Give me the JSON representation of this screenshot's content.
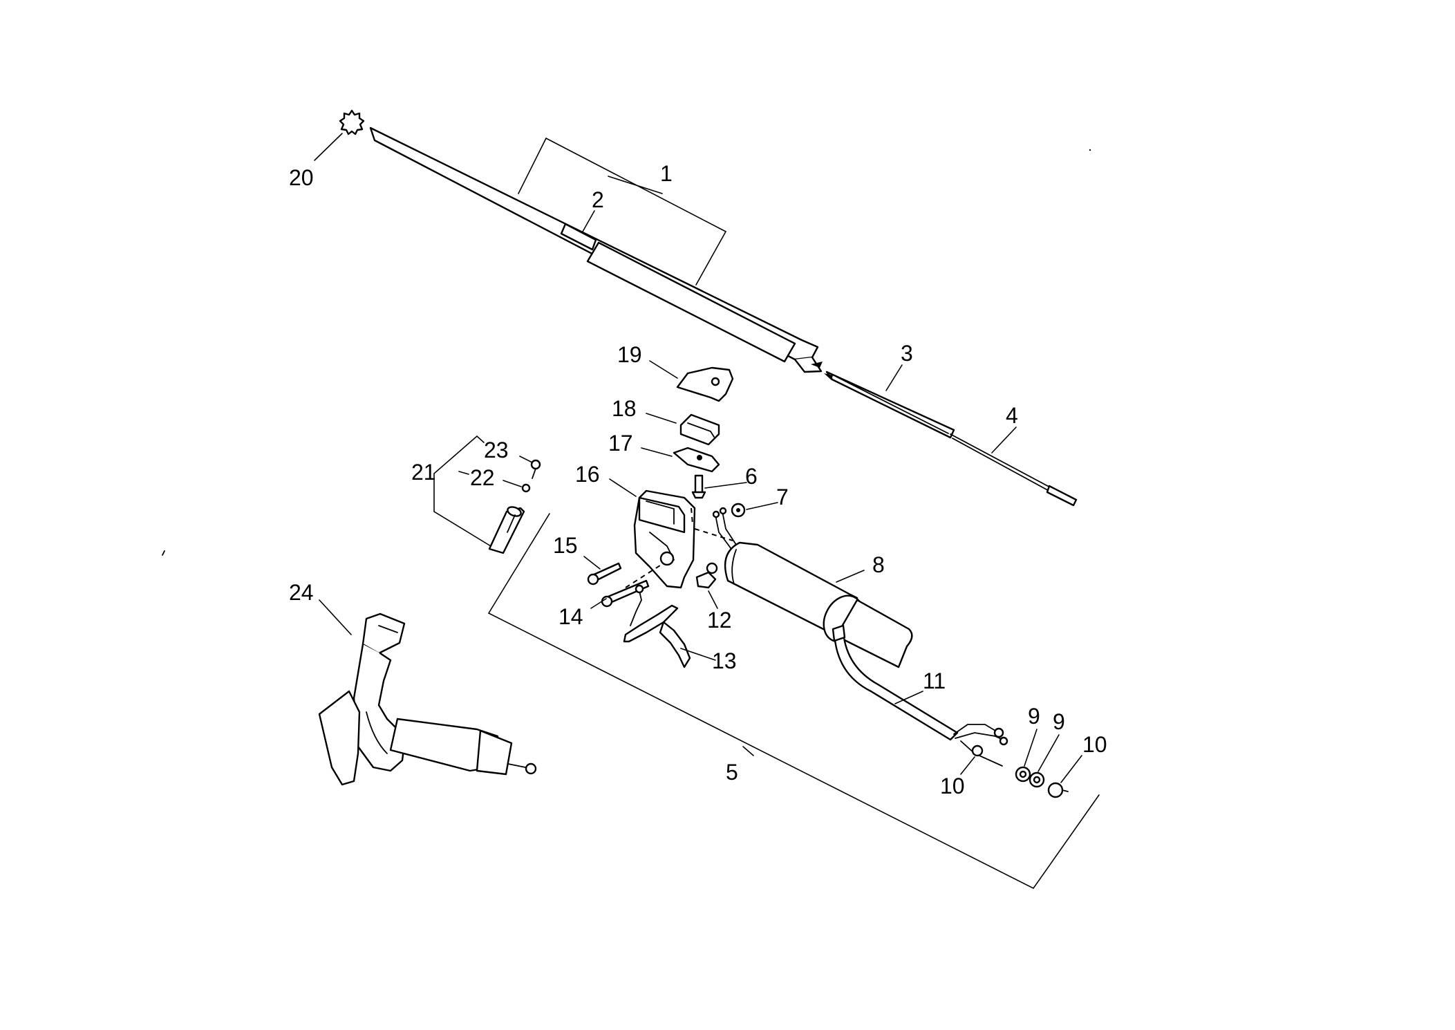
{
  "diagram": {
    "labels": [
      "1",
      "2",
      "3",
      "4",
      "5",
      "6",
      "7",
      "8",
      "9",
      "9",
      "10",
      "10",
      "11",
      "12",
      "13",
      "14",
      "15",
      "16",
      "17",
      "18",
      "19",
      "20",
      "21",
      "22",
      "23",
      "24"
    ]
  }
}
